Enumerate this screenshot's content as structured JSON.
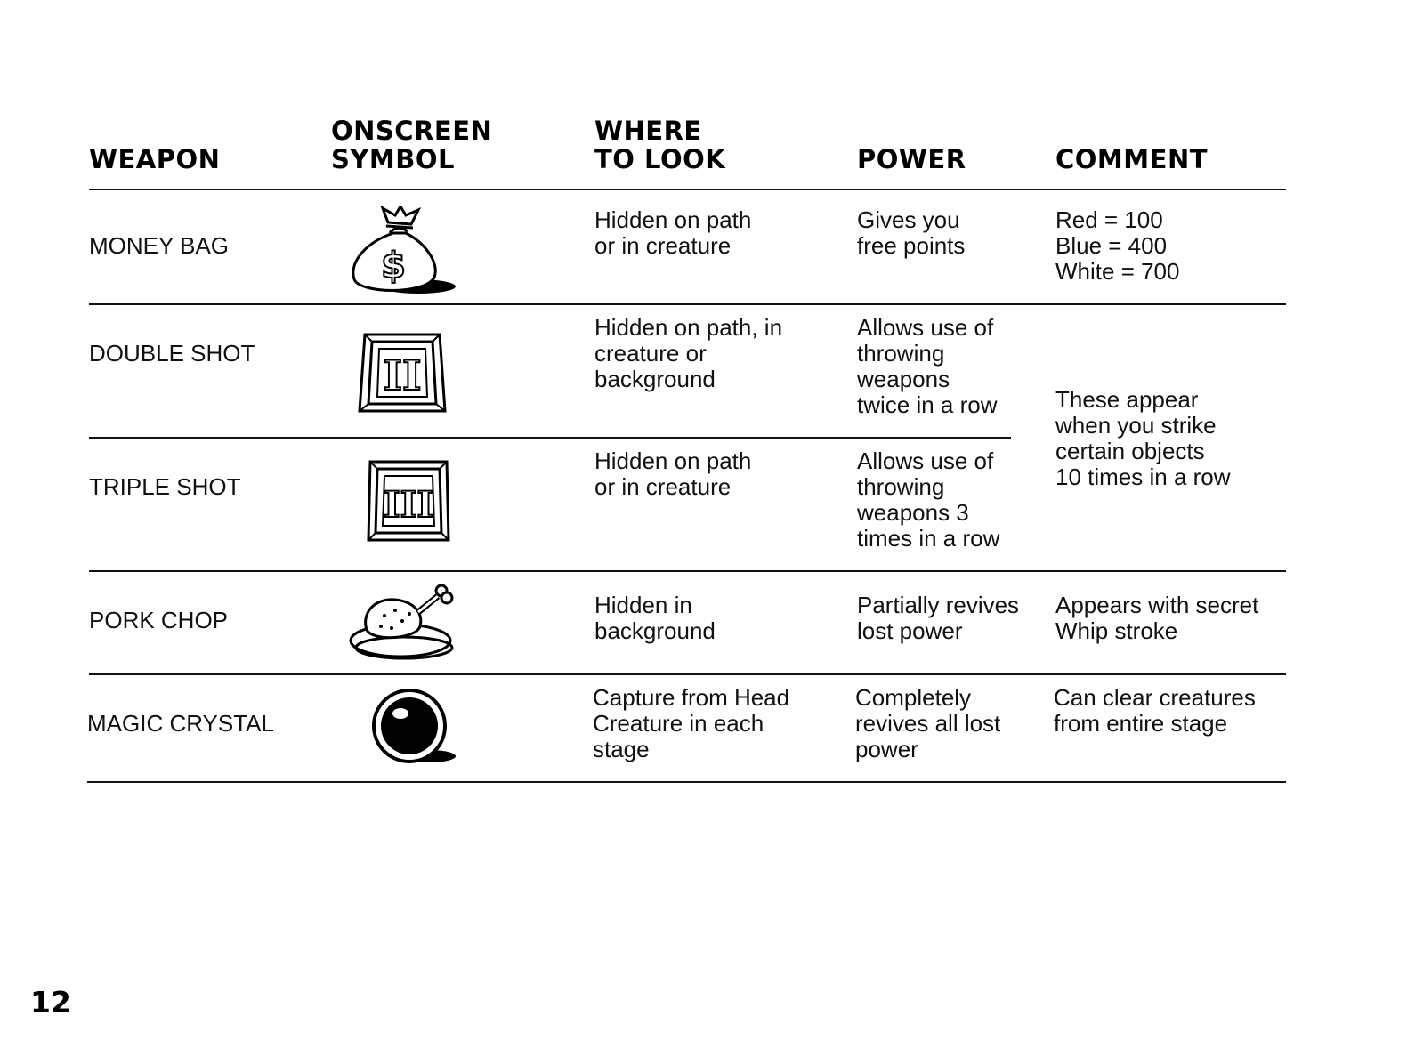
{
  "table": {
    "headers": {
      "weapon": "WEAPON",
      "symbol_l1": "ONSCREEN",
      "symbol_l2": "SYMBOL",
      "where_l1": "WHERE",
      "where_l2": "TO LOOK",
      "power": "POWER",
      "comment": "COMMENT"
    },
    "rows": [
      {
        "weapon": "MONEY BAG",
        "symbol": "money-bag-icon",
        "where": "Hidden on path\nor in creature",
        "power": "Gives you\nfree points",
        "comment": "Red = 100\nBlue = 400\nWhite = 700"
      },
      {
        "weapon": "DOUBLE SHOT",
        "symbol": "double-shot-icon",
        "where": "Hidden on path, in\ncreature or\nbackground",
        "power": "Allows use of\nthrowing\nweapons\ntwice in a row",
        "comment": ""
      },
      {
        "weapon": "TRIPLE SHOT",
        "symbol": "triple-shot-icon",
        "where": "Hidden on path\nor in creature",
        "power": "Allows use of\nthrowing\nweapons 3\ntimes in a row",
        "comment": ""
      },
      {
        "weapon": "PORK CHOP",
        "symbol": "pork-chop-icon",
        "where": "Hidden in\nbackground",
        "power": "Partially revives\nlost power",
        "comment": "Appears with secret\nWhip stroke"
      },
      {
        "weapon": "MAGIC CRYSTAL",
        "symbol": "magic-crystal-icon",
        "where": "Capture from Head\nCreature in each\nstage",
        "power": "Completely\nrevives all lost\npower",
        "comment": "Can clear creatures\nfrom entire stage"
      }
    ],
    "shared_comment": "These appear\nwhen you strike\ncertain objects\n10 times in a row"
  },
  "page_number": "12"
}
